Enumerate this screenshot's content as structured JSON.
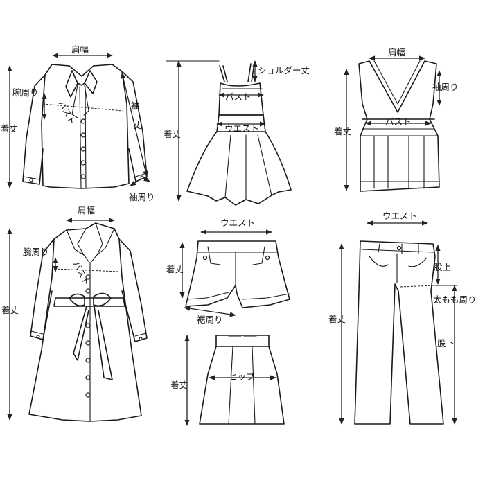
{
  "labels": {
    "shoulder_width": "肩幅",
    "sleeve_circumference_arm": "腕周り",
    "bust": "バスト",
    "length": "着丈",
    "sleeve_length": "袖丈",
    "cuff": "袖周り",
    "shoulder_strap_length": "ショルダー丈",
    "waist": "ウエスト",
    "armhole": "袖周り",
    "hem": "裾周り",
    "hip": "ヒップ",
    "rise": "股上",
    "thigh": "太もも周り",
    "inseam": "股下"
  },
  "colors": {
    "line": "#1a1a1a",
    "background": "#ffffff"
  }
}
